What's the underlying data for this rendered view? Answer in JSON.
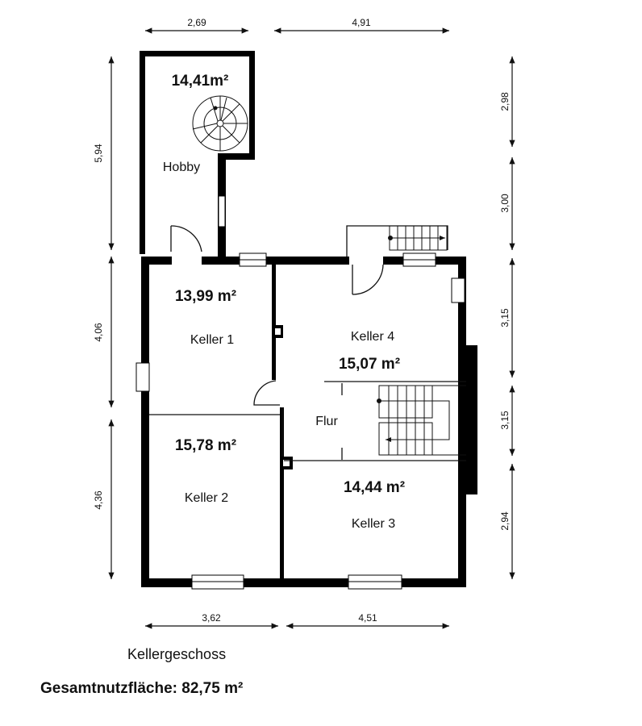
{
  "rooms": {
    "hobby": {
      "name": "Hobby",
      "area": "14,41m²"
    },
    "keller1": {
      "name": "Keller 1",
      "area": "13,99 m²"
    },
    "keller2": {
      "name": "Keller 2",
      "area": "15,78 m²"
    },
    "keller3": {
      "name": "Keller 3",
      "area": "14,44 m²"
    },
    "keller4": {
      "name": "Keller 4",
      "area": "15,07 m²"
    },
    "flur": {
      "name": "Flur"
    }
  },
  "dimensions": {
    "top": [
      "2,69",
      "4,91"
    ],
    "bottom": [
      "3,62",
      "4,51"
    ],
    "left": [
      "5,94",
      "4,06",
      "4,36"
    ],
    "right": [
      "2,98",
      "3,00",
      "3,15",
      "3,15",
      "2,94"
    ]
  },
  "caption": {
    "floor": "Kellergeschoss",
    "total": "Gesamtnutzfläche: 82,75 m²"
  },
  "colors": {
    "wall": "#000000",
    "line": "#222222"
  }
}
